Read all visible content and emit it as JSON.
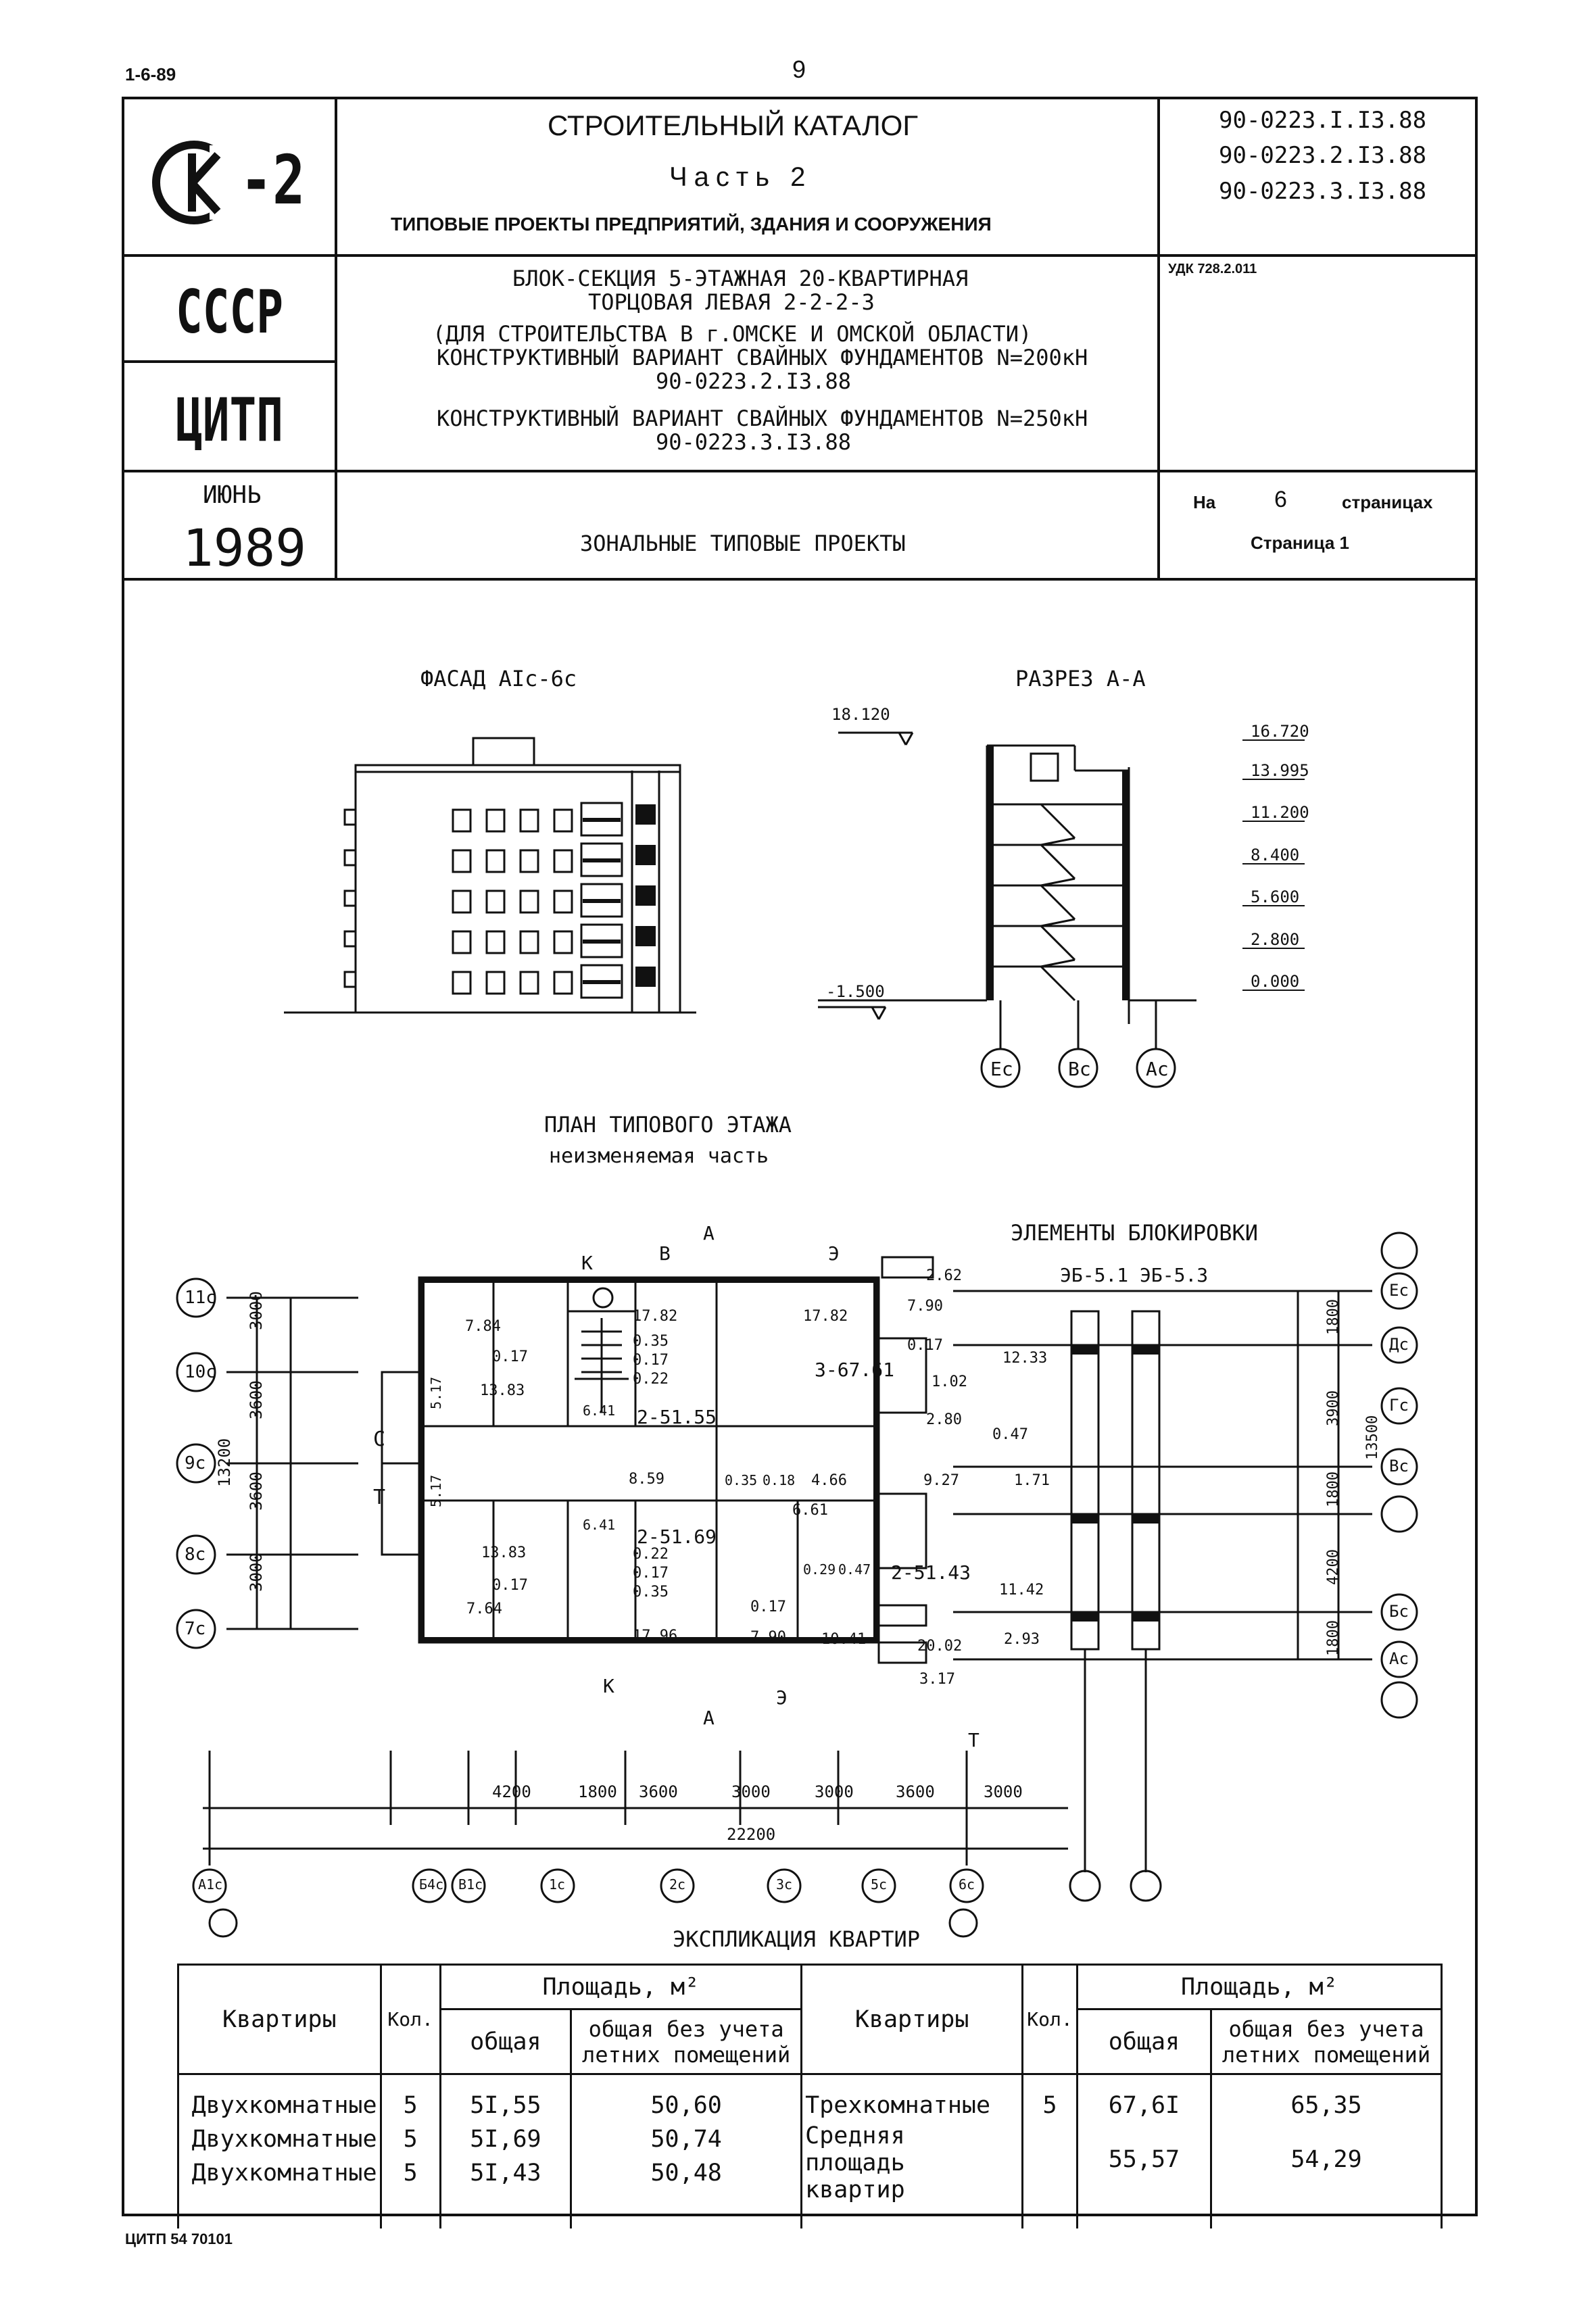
{
  "doc_code": "1-6-89",
  "page_number": "9",
  "logo_text": "-2",
  "catalog": {
    "title": "СТРОИТЕЛЬНЫЙ КАТАЛОГ",
    "part": "Часть 2",
    "subtitle": "ТИПОВЫЕ ПРОЕКТЫ ПРЕДПРИЯТИЙ, ЗДАНИЯ И СООРУЖЕНИЯ"
  },
  "codes": [
    "90-0223.I.I3.88",
    "90-0223.2.I3.88",
    "90-0223.3.I3.88"
  ],
  "country": "СССР",
  "org": "ЦИТП",
  "date": {
    "month": "ИЮНЬ",
    "year": "1989"
  },
  "udk": "УДК 728.2.011",
  "description": [
    "БЛОК-СЕКЦИЯ 5-ЭТАЖНАЯ 20-КВАРТИРНАЯ",
    "ТОРЦОВАЯ ЛЕВАЯ 2-2-2-3",
    "(ДЛЯ СТРОИТЕЛЬСТВА В г.ОМСКЕ И ОМСКОЙ ОБЛАСТИ)",
    "КОНСТРУКТИВНЫЙ ВАРИАНТ СВАЙНЫХ ФУНДАМЕНТОВ N=200кН",
    "90-0223.2.I3.88",
    "КОНСТРУКТИВНЫЙ ВАРИАНТ СВАЙНЫХ ФУНДАМЕНТОВ N=250кН",
    "90-0223.3.I3.88"
  ],
  "series": "ЗОНАЛЬНЫЕ ТИПОВЫЕ ПРОЕКТЫ",
  "pages": {
    "prefix": "На",
    "count": "6",
    "suffix": "страницах",
    "current": "Страница 1"
  },
  "drawings": {
    "facade_title": "ФАСАД АIс-6с",
    "section_title": "РАЗРЕЗ А-А",
    "section_levels": [
      "16.720",
      "13.995",
      "11.200",
      "8.400",
      "5.600",
      "2.800",
      "0.000"
    ],
    "section_top": "18.120",
    "section_bottom": "-1.500",
    "section_axes": [
      "Ес",
      "Вс",
      "Ас"
    ],
    "plan_title": "ПЛАН ТИПОВОГО ЭТАЖА",
    "plan_subtitle": "неизменяемая часть",
    "blocking_title": "ЭЛЕМЕНТЫ БЛОКИРОВКИ",
    "blocking_elements": "ЭБ-5.1  ЭБ-5.3",
    "plan_left_axes": [
      "11с",
      "10с",
      "9с",
      "8с",
      "7с"
    ],
    "plan_left_dims": [
      "3000",
      "3600",
      "3600",
      "3000"
    ],
    "plan_left_total": "13200",
    "plan_right_axes": [
      "Ес",
      "Дс",
      "Гс",
      "Вс",
      "Бс",
      "Ас"
    ],
    "plan_right_dims": [
      "1800",
      "3900",
      "1800",
      "4200",
      "1800"
    ],
    "plan_right_total": "13500",
    "plan_bottom_dims": [
      "4200",
      "1800",
      "3600",
      "3000",
      "3000",
      "3600",
      "3000"
    ],
    "plan_bottom_total": "22200",
    "plan_bottom_axes": [
      "А1с",
      "Б4с",
      "В1с",
      "1с",
      "2с",
      "3с",
      "5с",
      "6с"
    ],
    "apt_labels": [
      "2-51.55",
      "3-67.61",
      "2-51.69",
      "2-51.43"
    ],
    "room_areas": [
      "17.82",
      "7.84",
      "0.17",
      "0.35",
      "0.17",
      "0.22",
      "13.83",
      "6.41",
      "17.82",
      "7.90",
      "0.17",
      "1.02",
      "2.80",
      "12.33",
      "0.47",
      "9.27",
      "1.71",
      "8.59",
      "0.35",
      "0.18",
      "4.66",
      "6.61",
      "13.83",
      "6.41",
      "0.22",
      "0.17",
      "0.35",
      "7.64",
      "0.17",
      "17.96",
      "0.29",
      "0.47",
      "0.17",
      "7.90",
      "10.41",
      "11.42",
      "20.02",
      "2.93",
      "3.17",
      "2.62",
      "5.17",
      "5.17"
    ],
    "plan_markers": [
      "К",
      "В",
      "А",
      "Э",
      "С",
      "Т",
      "К",
      "А",
      "Э",
      "Т"
    ]
  },
  "explication": {
    "title": "ЭКСПЛИКАЦИЯ КВАРТИР",
    "headers": {
      "apartments": "Квартиры",
      "count": "Кол.",
      "area": "Площадь, м²",
      "total": "общая",
      "without_summer": "общая без учета летних помещений"
    },
    "left_rows": [
      {
        "type": "Двухкомнатные",
        "count": "5",
        "total": "5I,55",
        "net": "50,60"
      },
      {
        "type": "Двухкомнатные",
        "count": "5",
        "total": "5I,69",
        "net": "50,74"
      },
      {
        "type": "Двухкомнатные",
        "count": "5",
        "total": "5I,43",
        "net": "50,48"
      }
    ],
    "right_rows": [
      {
        "type": "Трехкомнатные",
        "count": "5",
        "total": "67,6I",
        "net": "65,35"
      },
      {
        "type": "Средняя площадь квартир",
        "count": "",
        "total": "55,57",
        "net": "54,29"
      }
    ]
  },
  "footer": "ЦИТП 54 70101"
}
